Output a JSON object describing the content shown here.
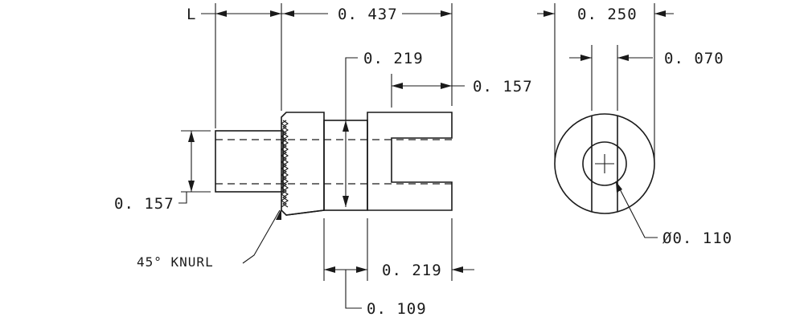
{
  "drawing": {
    "side_view": {
      "dimensions": {
        "length_label": "L",
        "overall_length": "0. 437",
        "bore_depth": "0. 219",
        "slot_depth": "0. 157",
        "shank_diameter": "0. 157",
        "groove_width": "0. 219",
        "groove_offset": "0. 109"
      },
      "knurl_note": "45° KNURL"
    },
    "end_view": {
      "dimensions": {
        "outer_width": "0. 250",
        "slot_width": "0. 070",
        "hole_diameter": "Ø0. 110"
      }
    }
  }
}
